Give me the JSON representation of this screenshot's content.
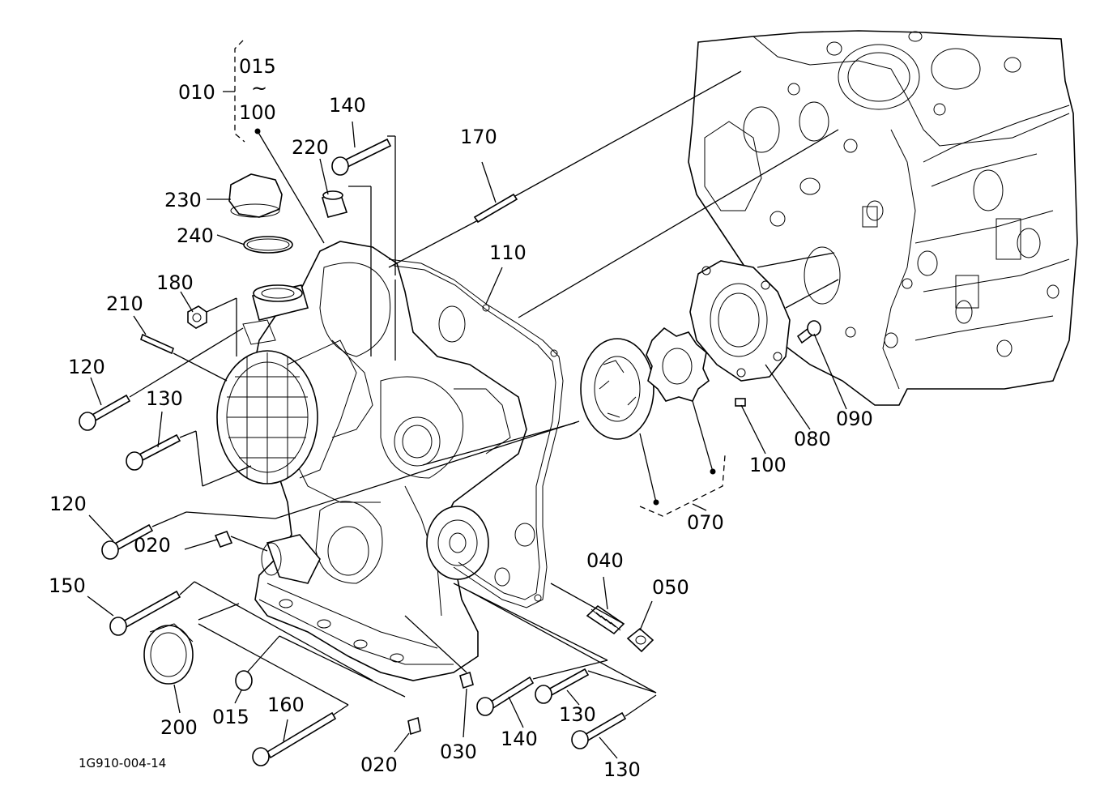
{
  "diagram": {
    "labels": {
      "l010": "010",
      "l015a": "015",
      "l015b": "015",
      "tilde": "~",
      "l100a": "100",
      "l100b": "100",
      "l140a": "140",
      "l140b": "140",
      "l220": "220",
      "l170": "170",
      "l230": "230",
      "l240": "240",
      "l110": "110",
      "l180": "180",
      "l210": "210",
      "l120a": "120",
      "l120b": "120",
      "l130a": "130",
      "l130b": "130",
      "l130c": "130",
      "l020a": "020",
      "l020b": "020",
      "l150": "150",
      "l200": "200",
      "l160": "160",
      "l030": "030",
      "l040": "040",
      "l050": "050",
      "l070": "070",
      "l080": "080",
      "l090": "090"
    },
    "drawing_code": "1G910-004-14"
  }
}
